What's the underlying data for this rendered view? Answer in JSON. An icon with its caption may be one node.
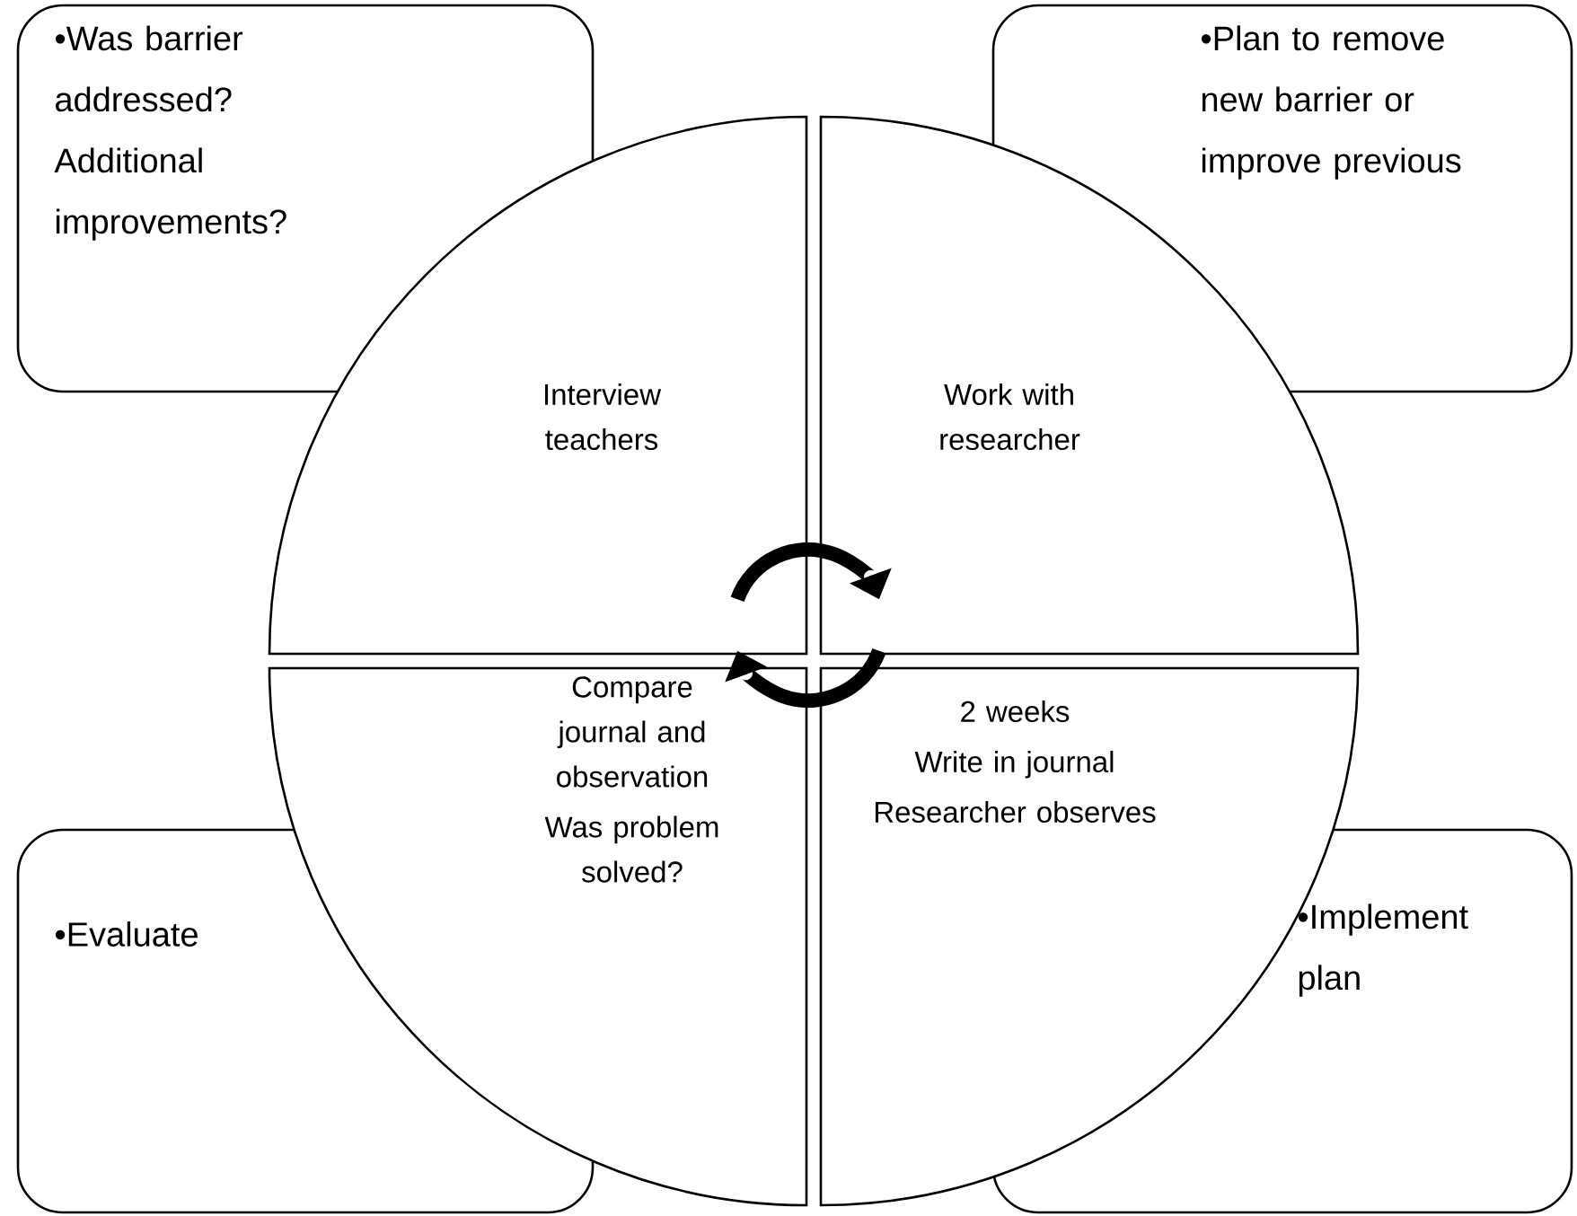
{
  "diagram": {
    "nodes": [
      {
        "text": [
          "•Was barrier addressed? Additional improvements?"
        ]
      },
      {
        "text": [
          "•Plan to remove new barrier or improve previous"
        ]
      },
      {
        "text": [
          "Interview teachers"
        ]
      },
      {
        "text": [
          "Work with researcher"
        ]
      },
      {
        "text": [
          "Compare journal and observation",
          "Was problem solved?"
        ]
      },
      {
        "text": [
          "2 weeks",
          "Write in journal",
          "Researcher observes"
        ]
      },
      {
        "text": [
          "•Evaluate"
        ]
      },
      {
        "text": [
          "•Implement plan"
        ]
      }
    ],
    "edges": [
      {
        "from": 2,
        "to": 3,
        "arrow": "to"
      },
      {
        "from": 5,
        "to": 4,
        "arrow": "to"
      }
    ]
  }
}
